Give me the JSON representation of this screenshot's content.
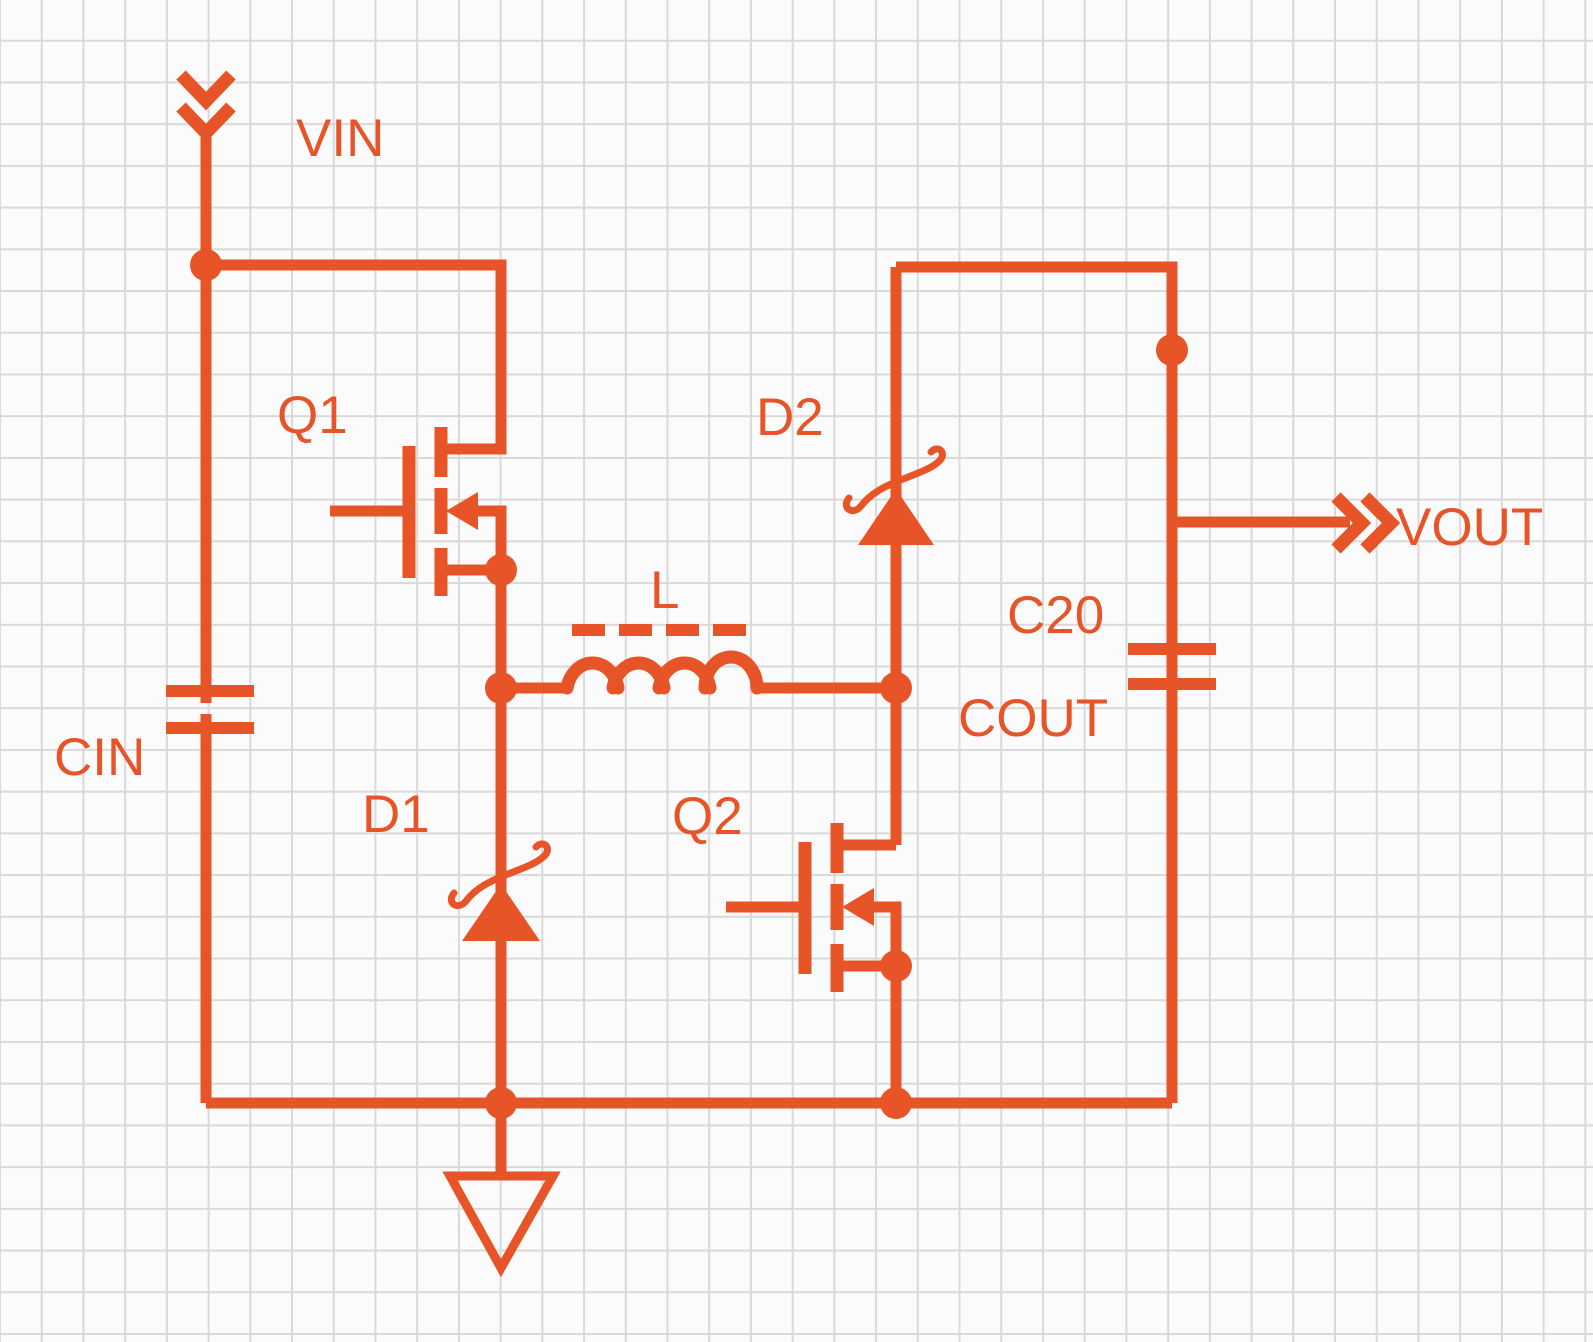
{
  "colors": {
    "accent": "#E65427",
    "grid": "#D9D9D9",
    "background": "#FBFBFB"
  },
  "labels": {
    "vin": "VIN",
    "q1": "Q1",
    "d2": "D2",
    "l": "L",
    "c20": "C20",
    "cout": "COUT",
    "cin": "CIN",
    "d1": "D1",
    "q2": "Q2",
    "vout": "VOUT"
  },
  "components": [
    {
      "ref": "VIN",
      "kind": "input-port-chevron"
    },
    {
      "ref": "CIN",
      "kind": "capacitor"
    },
    {
      "ref": "Q1",
      "kind": "mosfet"
    },
    {
      "ref": "D1",
      "kind": "diode"
    },
    {
      "ref": "L",
      "kind": "inductor-with-shield-dash"
    },
    {
      "ref": "Q2",
      "kind": "mosfet"
    },
    {
      "ref": "D2",
      "kind": "diode"
    },
    {
      "ref": "C20",
      "kind": "capacitor"
    },
    {
      "ref": "COUT",
      "kind": "capacitor-alt-name"
    },
    {
      "ref": "VOUT",
      "kind": "output-port-chevron"
    },
    {
      "ref": "GND",
      "kind": "ground"
    }
  ]
}
